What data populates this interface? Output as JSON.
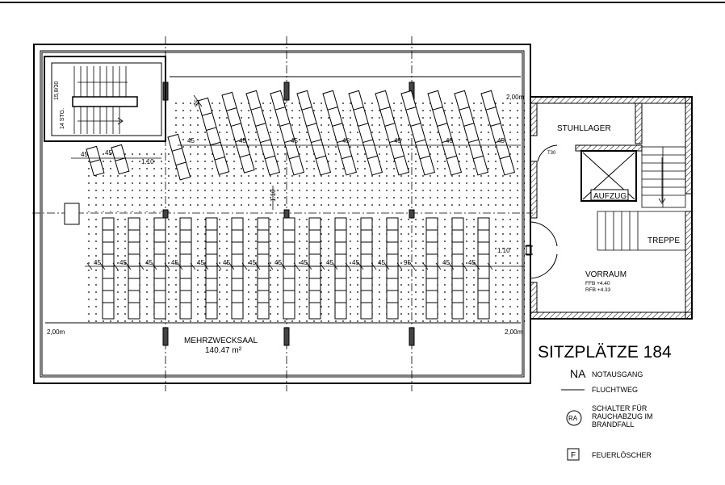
{
  "rooms": {
    "hall_name": "MEHRZWECKSAAL",
    "hall_area": "140.47 m²",
    "storage": "STUHLLAGER",
    "elevator": "AUFZUG",
    "stairs": "TREPPE",
    "lobby": "VORRAUM",
    "ffb": "FFB +4.40",
    "rfb": "RFB +4.33",
    "door": "T30"
  },
  "stair_labels": {
    "steps": "14 STG.",
    "ratio": "15,8/30"
  },
  "dimensions": {
    "width_2m": "2,00m",
    "gap_110": "1.10",
    "gap_45": "45",
    "gap_95": "95"
  },
  "legend": {
    "title": "SITZPLÄTZE 184",
    "na_symbol": "NA",
    "na_text": "NOTAUSGANG",
    "escape_text": "FLUCHTWEG",
    "ra_symbol": "RA",
    "ra_text_1": "SCHALTER FÜR",
    "ra_text_2": "RAUCHABZUG IM",
    "ra_text_3": "BRANDFALL",
    "f_symbol": "F",
    "f_text": "FEUERLÖSCHER"
  }
}
